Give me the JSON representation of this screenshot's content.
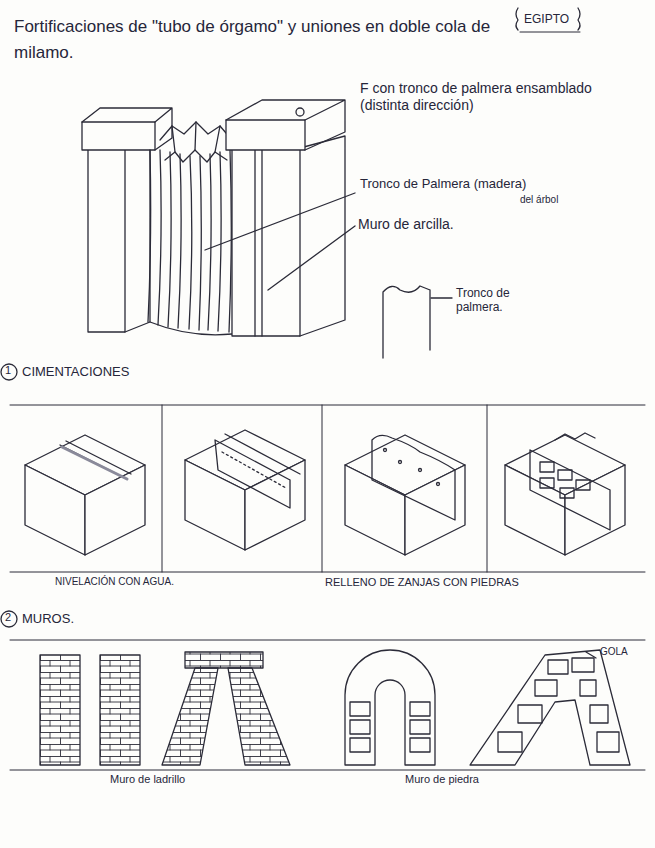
{
  "diagram": {
    "title": "Fortificaciones de \"tubo de órgamo\" y uniones en doble cola de milamo.",
    "labels": [
      "EGIPTO",
      "F con tronco de palmera ensamblado (distinta dirección)",
      "Tronco de Palmera (madera)",
      "del árbol",
      "Muro de arcilla.",
      "Tronco de palmera.",
      "1",
      "CIMENTACIONES",
      "NIVELACIÓN CON AGUA.",
      "RELLENO DE ZANJAS CON PIEDRAS",
      "2",
      "MUROS.",
      "Muro de ladrillo",
      "Muro de piedra",
      "GOLA"
    ]
  }
}
